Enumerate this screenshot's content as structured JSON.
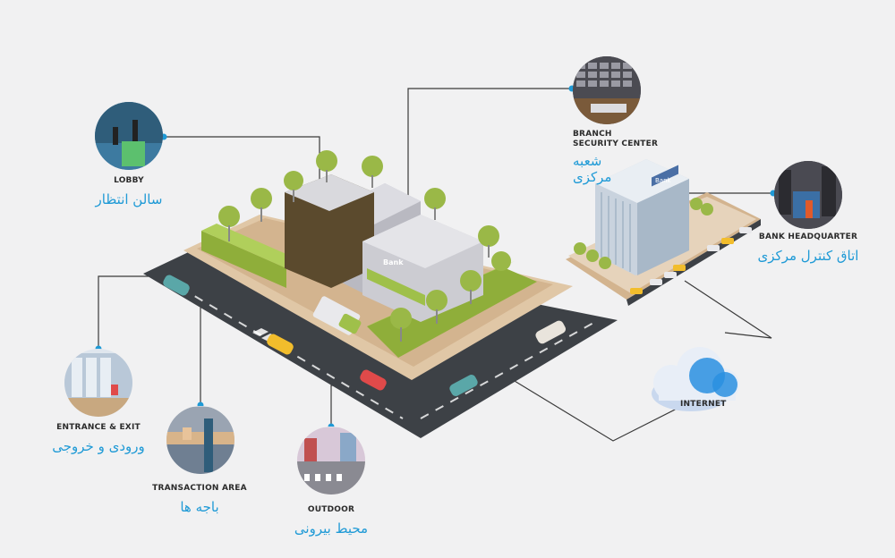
{
  "labels": {
    "lobby": {
      "en": "LOBBY",
      "fa": "سالن انتظار"
    },
    "branch": {
      "en_line1": "BRANCH",
      "en_line2": "SECURITY CENTER",
      "fa": "شعبه مرکزی"
    },
    "headquarter": {
      "en": "BANK HEADQUARTER",
      "fa": "اتاق کنترل مرکزی"
    },
    "entrance": {
      "en": "ENTRANCE & EXIT",
      "fa": "ورودی و خروجی"
    },
    "transaction": {
      "en": "TRANSACTION AREA",
      "fa": "باجه ها"
    },
    "outdoor": {
      "en": "OUTDOOR",
      "fa": "محیط بیرونی"
    },
    "internet": {
      "en": "INTERNET"
    }
  },
  "signs": {
    "bank_sign": "Bank",
    "hq_sign": "Bank"
  },
  "colors": {
    "background": "#f1f1f2",
    "accent_blue": "#1f9ad6",
    "connector": "#3a3a3a",
    "road": "#3d4146",
    "grass": "#9fc04a",
    "building_brown": "#5b4a2d",
    "building_gray": "#c9c9cf",
    "cloud": "#e8eef7"
  },
  "icons": [
    "lobby-camera-icon",
    "security-center-icon",
    "hq-control-room-icon",
    "entrance-icon",
    "transaction-icon",
    "outdoor-icon",
    "internet-cloud-icon"
  ]
}
